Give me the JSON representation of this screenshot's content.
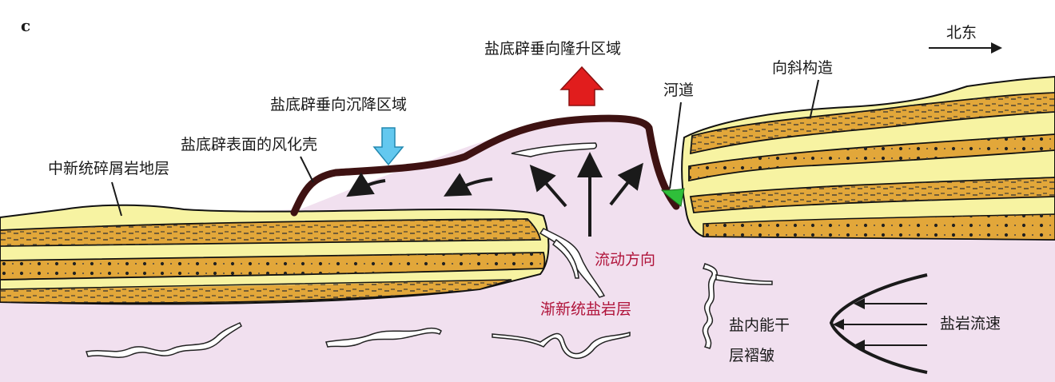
{
  "panel_letter": "c",
  "orientation": {
    "label": "北东"
  },
  "labels": {
    "uplift_zone": "盐底辟垂向隆升区域",
    "subsidence_zone": "盐底辟垂向沉降区域",
    "weathering_crust": "盐底辟表面的风化壳",
    "miocene_strata": "中新统碎屑岩地层",
    "river_channel": "河道",
    "syncline": "向斜构造",
    "flow_direction": "流动方向",
    "oligocene_salt": "渐新统盐岩层",
    "competent_fold_line1": "盐内能干",
    "competent_fold_line2": "层褶皱",
    "salt_flow_velocity": "盐岩流速"
  },
  "colors": {
    "salt": "#f1e0ef",
    "sand": "#f7f3a2",
    "mud": "#e2a73a",
    "crust": "#3e1212",
    "river": "#2fbf3a",
    "up_arrow": "#e11d1d",
    "down_arrow": "#63c8ef",
    "red_text": "#b0133a"
  }
}
